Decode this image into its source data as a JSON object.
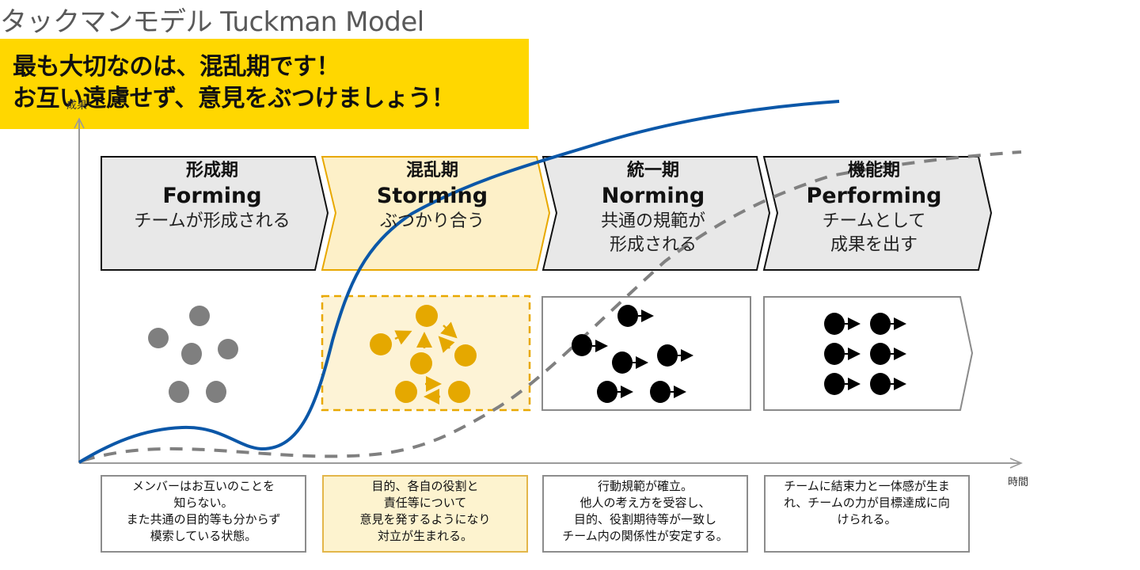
{
  "title": "タックマンモデル  Tuckman Model",
  "callout": {
    "lines": [
      "最も大切なのは、混乱期です！",
      "お互い遠慮せず、意見をぶつけましょう！"
    ],
    "background": "#ffd700"
  },
  "axes": {
    "y_label": "成果",
    "x_label": "時間"
  },
  "colors": {
    "phase_fill": "#e8e8e8",
    "highlight_fill": "#fdf0c8",
    "highlight_border": "#e8a800",
    "curve_actual": "#0b57a8",
    "curve_dashed": "#777777",
    "dot_forming": "#7f7f7f",
    "dot_storming": "#e5a800",
    "dot_norming": "#000000"
  },
  "phases": [
    {
      "jp": "形成期",
      "en": "Forming",
      "desc": [
        "チームが形成される"
      ],
      "highlight": false,
      "detail": [
        "メンバーはお互いのことを",
        "知らない。",
        "また共通の目的等も分からず",
        "模索している状態。"
      ]
    },
    {
      "jp": "混乱期",
      "en": "Storming",
      "desc": [
        "ぶつかり合う"
      ],
      "highlight": true,
      "detail": [
        "目的、各自の役割と",
        "責任等について",
        "意見を発するようになり",
        "対立が生まれる。"
      ]
    },
    {
      "jp": "統一期",
      "en": "Norming",
      "desc": [
        "共通の規範が",
        "形成される"
      ],
      "highlight": false,
      "detail": [
        "行動規範が確立。",
        "他人の考え方を受容し、",
        "目的、役割期待等が一致し",
        "チーム内の関係性が安定する。"
      ]
    },
    {
      "jp": "機能期",
      "en": "Performing",
      "desc": [
        "チームとして",
        "成果を出す"
      ],
      "highlight": false,
      "detail": [
        "チームに結束力と一体感が生ま",
        "れ、チームの力が目標達成に向",
        "けられる。"
      ]
    }
  ],
  "illustrations": [
    {
      "phase": "Forming",
      "dots": 6,
      "arrows": "none"
    },
    {
      "phase": "Storming",
      "dots": 6,
      "arrows": "conflicting"
    },
    {
      "phase": "Norming",
      "dots": 6,
      "arrows": "right, scattered"
    },
    {
      "phase": "Performing",
      "dots": 6,
      "arrows": "right, aligned 3x2"
    }
  ]
}
